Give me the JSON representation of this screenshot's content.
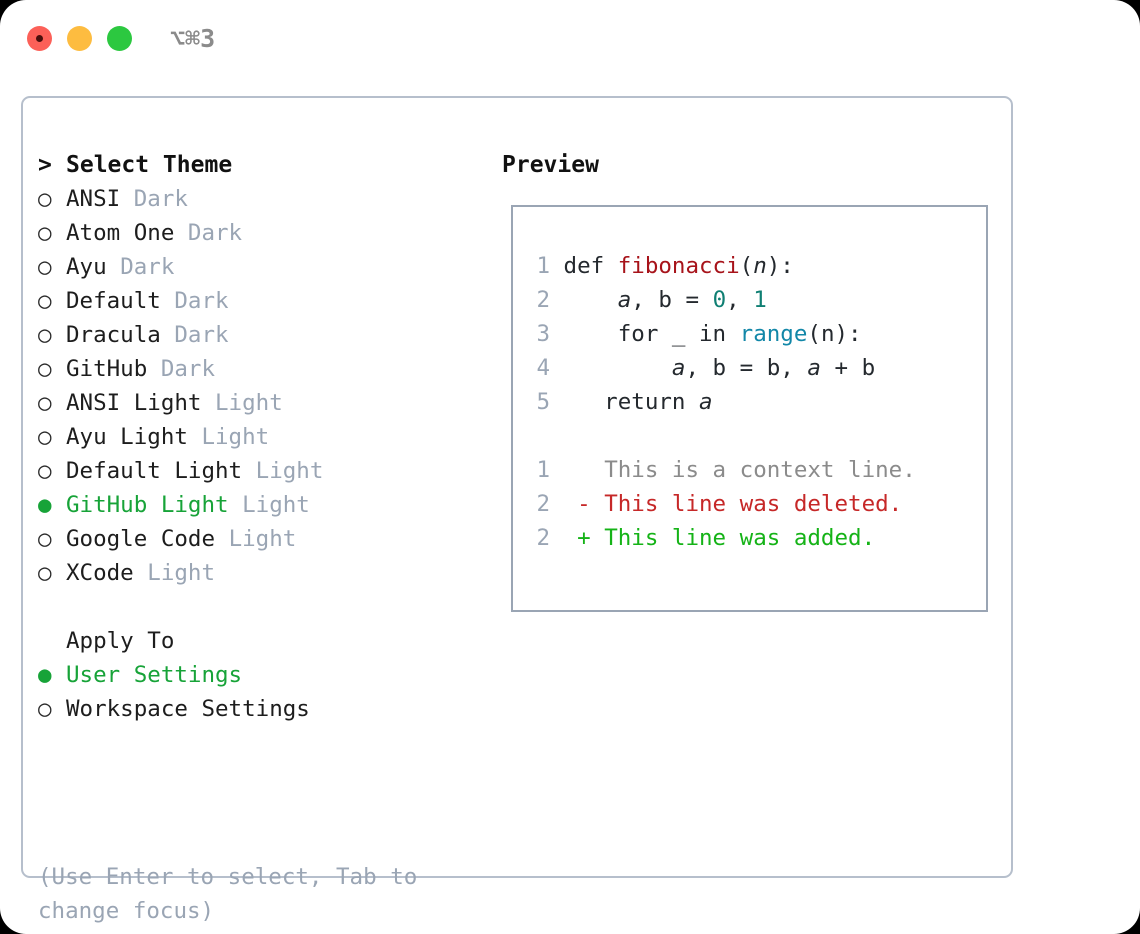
{
  "window": {
    "shortcut": "⌥⌘3",
    "traffic_lights": [
      {
        "name": "close-button",
        "color": "#fc6058"
      },
      {
        "name": "minimize-button",
        "color": "#fdbc40"
      },
      {
        "name": "maximize-button",
        "color": "#2cc840"
      }
    ]
  },
  "theme_picker": {
    "heading": {
      "prefix": ">",
      "label": "Select Theme"
    },
    "bullet_on": "●",
    "bullet_off": "○",
    "items": [
      {
        "label": "ANSI",
        "tag": "Dark",
        "selected": false
      },
      {
        "label": "Atom One",
        "tag": "Dark",
        "selected": false
      },
      {
        "label": "Ayu",
        "tag": "Dark",
        "selected": false
      },
      {
        "label": "Default",
        "tag": "Dark",
        "selected": false
      },
      {
        "label": "Dracula",
        "tag": "Dark",
        "selected": false
      },
      {
        "label": "GitHub",
        "tag": "Dark",
        "selected": false
      },
      {
        "label": "ANSI Light",
        "tag": "Light",
        "selected": false
      },
      {
        "label": "Ayu Light",
        "tag": "Light",
        "selected": false
      },
      {
        "label": "Default Light",
        "tag": "Light",
        "selected": false
      },
      {
        "label": "GitHub Light",
        "tag": "Light",
        "selected": true
      },
      {
        "label": "Google Code",
        "tag": "Light",
        "selected": false
      },
      {
        "label": "XCode",
        "tag": "Light",
        "selected": false
      }
    ]
  },
  "apply_to": {
    "heading": "Apply To",
    "items": [
      {
        "label": "User Settings",
        "selected": true
      },
      {
        "label": "Workspace Settings",
        "selected": false
      }
    ]
  },
  "hint": "(Use Enter to select, Tab to change focus)",
  "preview": {
    "title": "Preview",
    "code_lines": [
      {
        "num": "1",
        "segments": [
          {
            "text": "def ",
            "style": "kw"
          },
          {
            "text": "fibonacci",
            "style": "fn"
          },
          {
            "text": "(",
            "style": "plain"
          },
          {
            "text": "n",
            "style": "var"
          },
          {
            "text": "):",
            "style": "plain"
          }
        ]
      },
      {
        "num": "2",
        "segments": [
          {
            "text": "    ",
            "style": "plain"
          },
          {
            "text": "a",
            "style": "var"
          },
          {
            "text": ", ",
            "style": "plain"
          },
          {
            "text": "b",
            "style": "plain"
          },
          {
            "text": " = ",
            "style": "plain"
          },
          {
            "text": "0",
            "style": "num"
          },
          {
            "text": ", ",
            "style": "plain"
          },
          {
            "text": "1",
            "style": "num"
          }
        ]
      },
      {
        "num": "3",
        "segments": [
          {
            "text": "    for _ in ",
            "style": "kw"
          },
          {
            "text": "range",
            "style": "call"
          },
          {
            "text": "(",
            "style": "plain"
          },
          {
            "text": "n",
            "style": "plain"
          },
          {
            "text": "):",
            "style": "plain"
          }
        ]
      },
      {
        "num": "4",
        "segments": [
          {
            "text": "        ",
            "style": "plain"
          },
          {
            "text": "a",
            "style": "var"
          },
          {
            "text": ", b = b, ",
            "style": "plain"
          },
          {
            "text": "a",
            "style": "var"
          },
          {
            "text": " + b",
            "style": "plain"
          }
        ]
      },
      {
        "num": "5",
        "segments": [
          {
            "text": "   return ",
            "style": "kw"
          },
          {
            "text": "a",
            "style": "var"
          }
        ]
      }
    ],
    "diff_lines": [
      {
        "num": "1",
        "marker": " ",
        "text": "This is a context line.",
        "style": "ctx"
      },
      {
        "num": "2",
        "marker": "-",
        "text": "This line was deleted.",
        "style": "del"
      },
      {
        "num": "2",
        "marker": "+",
        "text": "This line was added.",
        "style": "add"
      }
    ]
  },
  "colors": {
    "accent_green": "#17a338",
    "muted": "#9aa5b4",
    "border": "#b6bfcc",
    "diff_delete": "#c62828",
    "diff_add": "#15b317",
    "code_function": "#a7131a",
    "code_call": "#1287a8",
    "code_number": "#0f7f73"
  }
}
